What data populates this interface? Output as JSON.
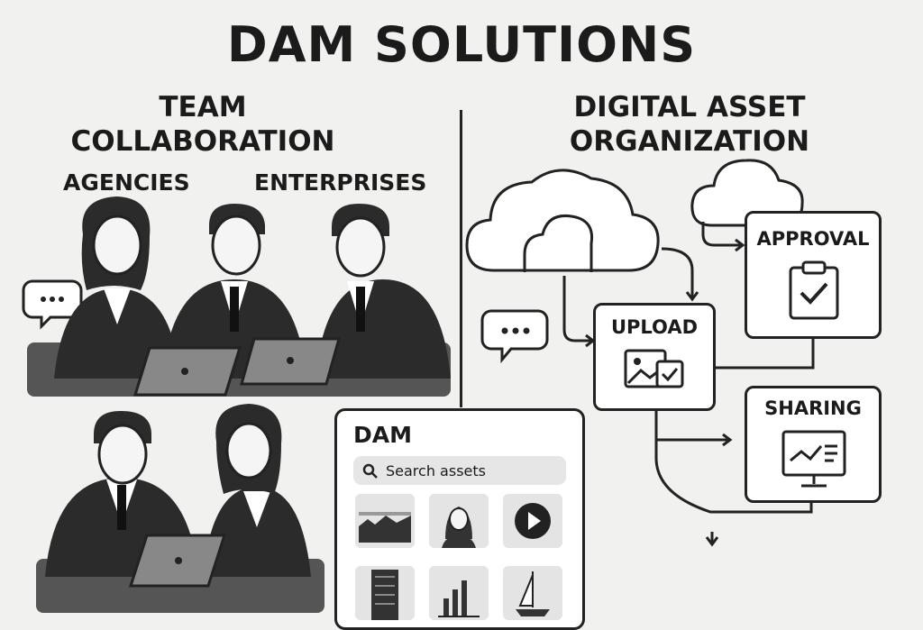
{
  "title": "DAM SOLUTIONS",
  "left": {
    "heading_line1": "TEAM",
    "heading_line2": "COLLABORATION",
    "label_agencies": "AGENCIES",
    "label_enterprises": "ENTERPRISES"
  },
  "right": {
    "heading_line1": "DIGITAL ASSET",
    "heading_line2": "ORGANIZATION",
    "upload_label": "UPLOAD",
    "approval_label": "APPROVAL",
    "sharing_label": "SHARING"
  },
  "dam_panel": {
    "title": "DAM",
    "search_placeholder": "Search assets",
    "thumbnails": [
      "landscape-icon",
      "portrait-icon",
      "play-icon",
      "building-icon",
      "bar-chart-icon",
      "sailboat-icon"
    ]
  },
  "icons": [
    "speech-bubble-icon",
    "cloud-icon",
    "clipboard-check-icon",
    "image-check-icon",
    "monitor-chart-icon",
    "search-icon"
  ]
}
